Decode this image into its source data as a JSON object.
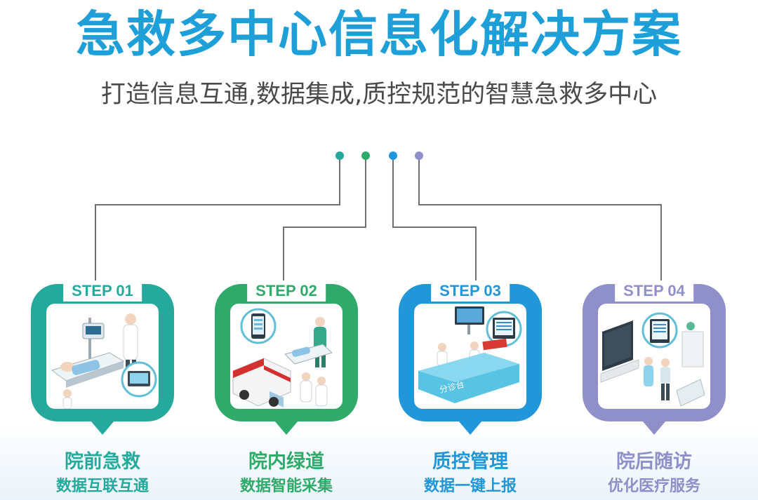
{
  "title": "急救多中心信息化解决方案",
  "subtitle": "打造信息互通,数据集成,质控规范的智慧急救多中心",
  "steps": [
    {
      "tag": "STEP 01",
      "title": "院前急救",
      "subtitle": "数据互联互通",
      "color": "#26a99d"
    },
    {
      "tag": "STEP 02",
      "title": "院内绿道",
      "subtitle": "数据智能采集",
      "color": "#2faa6a"
    },
    {
      "tag": "STEP 03",
      "title": "质控管理",
      "subtitle": "数据一键上报",
      "color": "#2196d8"
    },
    {
      "tag": "STEP 04",
      "title": "院后随访",
      "subtitle": "优化医疗服务",
      "color": "#8f8fca"
    }
  ],
  "illustrations": [
    {
      "icon": "ambulance-bed-scene-icon",
      "text": ""
    },
    {
      "icon": "ambulance-green-channel-icon",
      "text": ""
    },
    {
      "icon": "triage-desk-icon",
      "text": "分诊台"
    },
    {
      "icon": "followup-living-room-icon",
      "text": ""
    }
  ],
  "connector_colors": [
    "#26a99d",
    "#2faa6a",
    "#2196d8",
    "#8f8fca"
  ]
}
